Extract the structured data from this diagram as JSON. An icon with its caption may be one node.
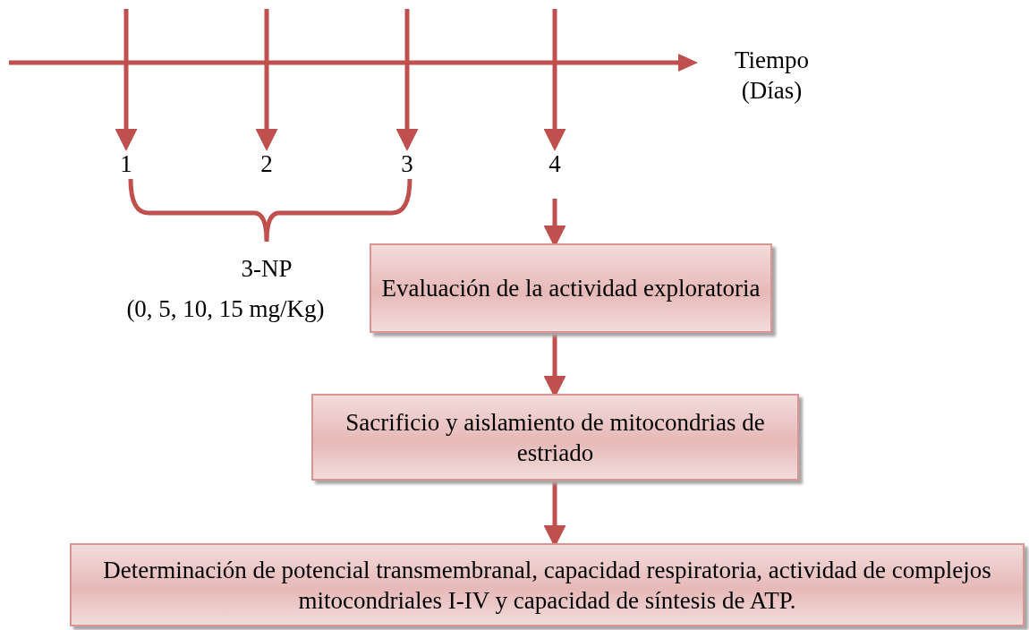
{
  "diagram": {
    "nodes": [
      {
        "text": [
          "1"
        ]
      },
      {
        "text": [
          "2"
        ]
      },
      {
        "text": [
          "3"
        ]
      },
      {
        "text": [
          "4"
        ]
      },
      {
        "text": [
          "Evaluación de la actividad exploratoria"
        ]
      },
      {
        "text": [
          "Sacrificio y aislamiento de mitocondrias de estriado"
        ]
      },
      {
        "text": [
          "Determinación de potencial transmembranal, capacidad respiratoria, actividad de complejos mitocondriales I-IV y capacidad de síntesis de ATP."
        ]
      }
    ],
    "edges": [
      {
        "from": null,
        "to": 0,
        "arrow": "to"
      },
      {
        "from": null,
        "to": 1,
        "arrow": "to"
      },
      {
        "from": null,
        "to": 2,
        "arrow": "to"
      },
      {
        "from": null,
        "to": 3,
        "arrow": "to"
      },
      {
        "from": 3,
        "to": 4,
        "arrow": "to"
      },
      {
        "from": 4,
        "to": 5,
        "arrow": "to"
      },
      {
        "from": 5,
        "to": 6,
        "arrow": "to"
      }
    ],
    "labels": [
      "Tiempo (Días)",
      "3-NP",
      "(0, 5, 10, 15 mg/Kg)"
    ]
  }
}
